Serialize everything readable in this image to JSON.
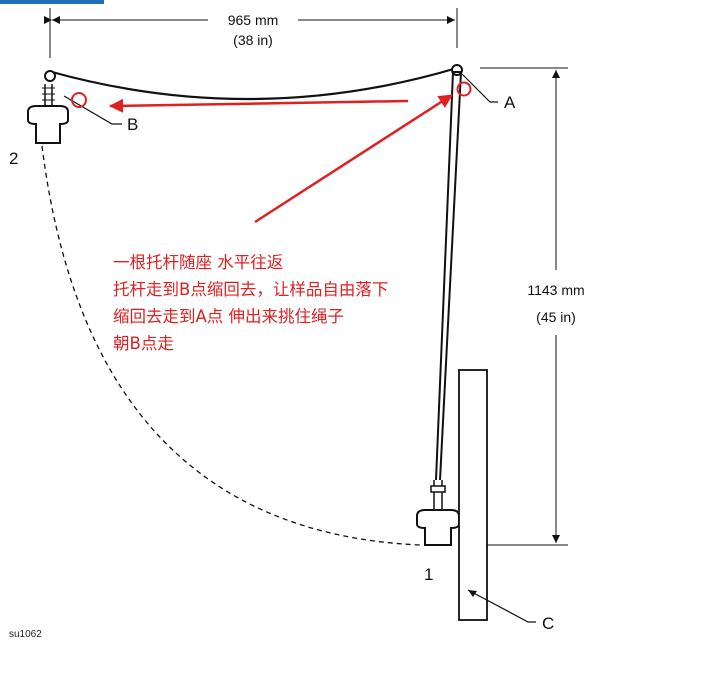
{
  "dimensions": {
    "width_mm": "965 mm",
    "width_in": "(38 in)",
    "height_mm": "1143 mm",
    "height_in": "(45 in)"
  },
  "labels": {
    "point_a": "A",
    "point_b": "B",
    "point_c": "C",
    "position_1": "1",
    "position_2": "2",
    "figure_code": "su1062"
  },
  "annotation": {
    "lines": [
      "一根托杆随座 水平往返",
      "托杆走到B点缩回去，让样品自由落下",
      "缩回去走到A点 伸出来挑住绳子",
      "朝B点走"
    ]
  },
  "colors": {
    "annotation": "#e02020",
    "drawing": "#111111",
    "accent_bar": "#1f6fb6"
  }
}
